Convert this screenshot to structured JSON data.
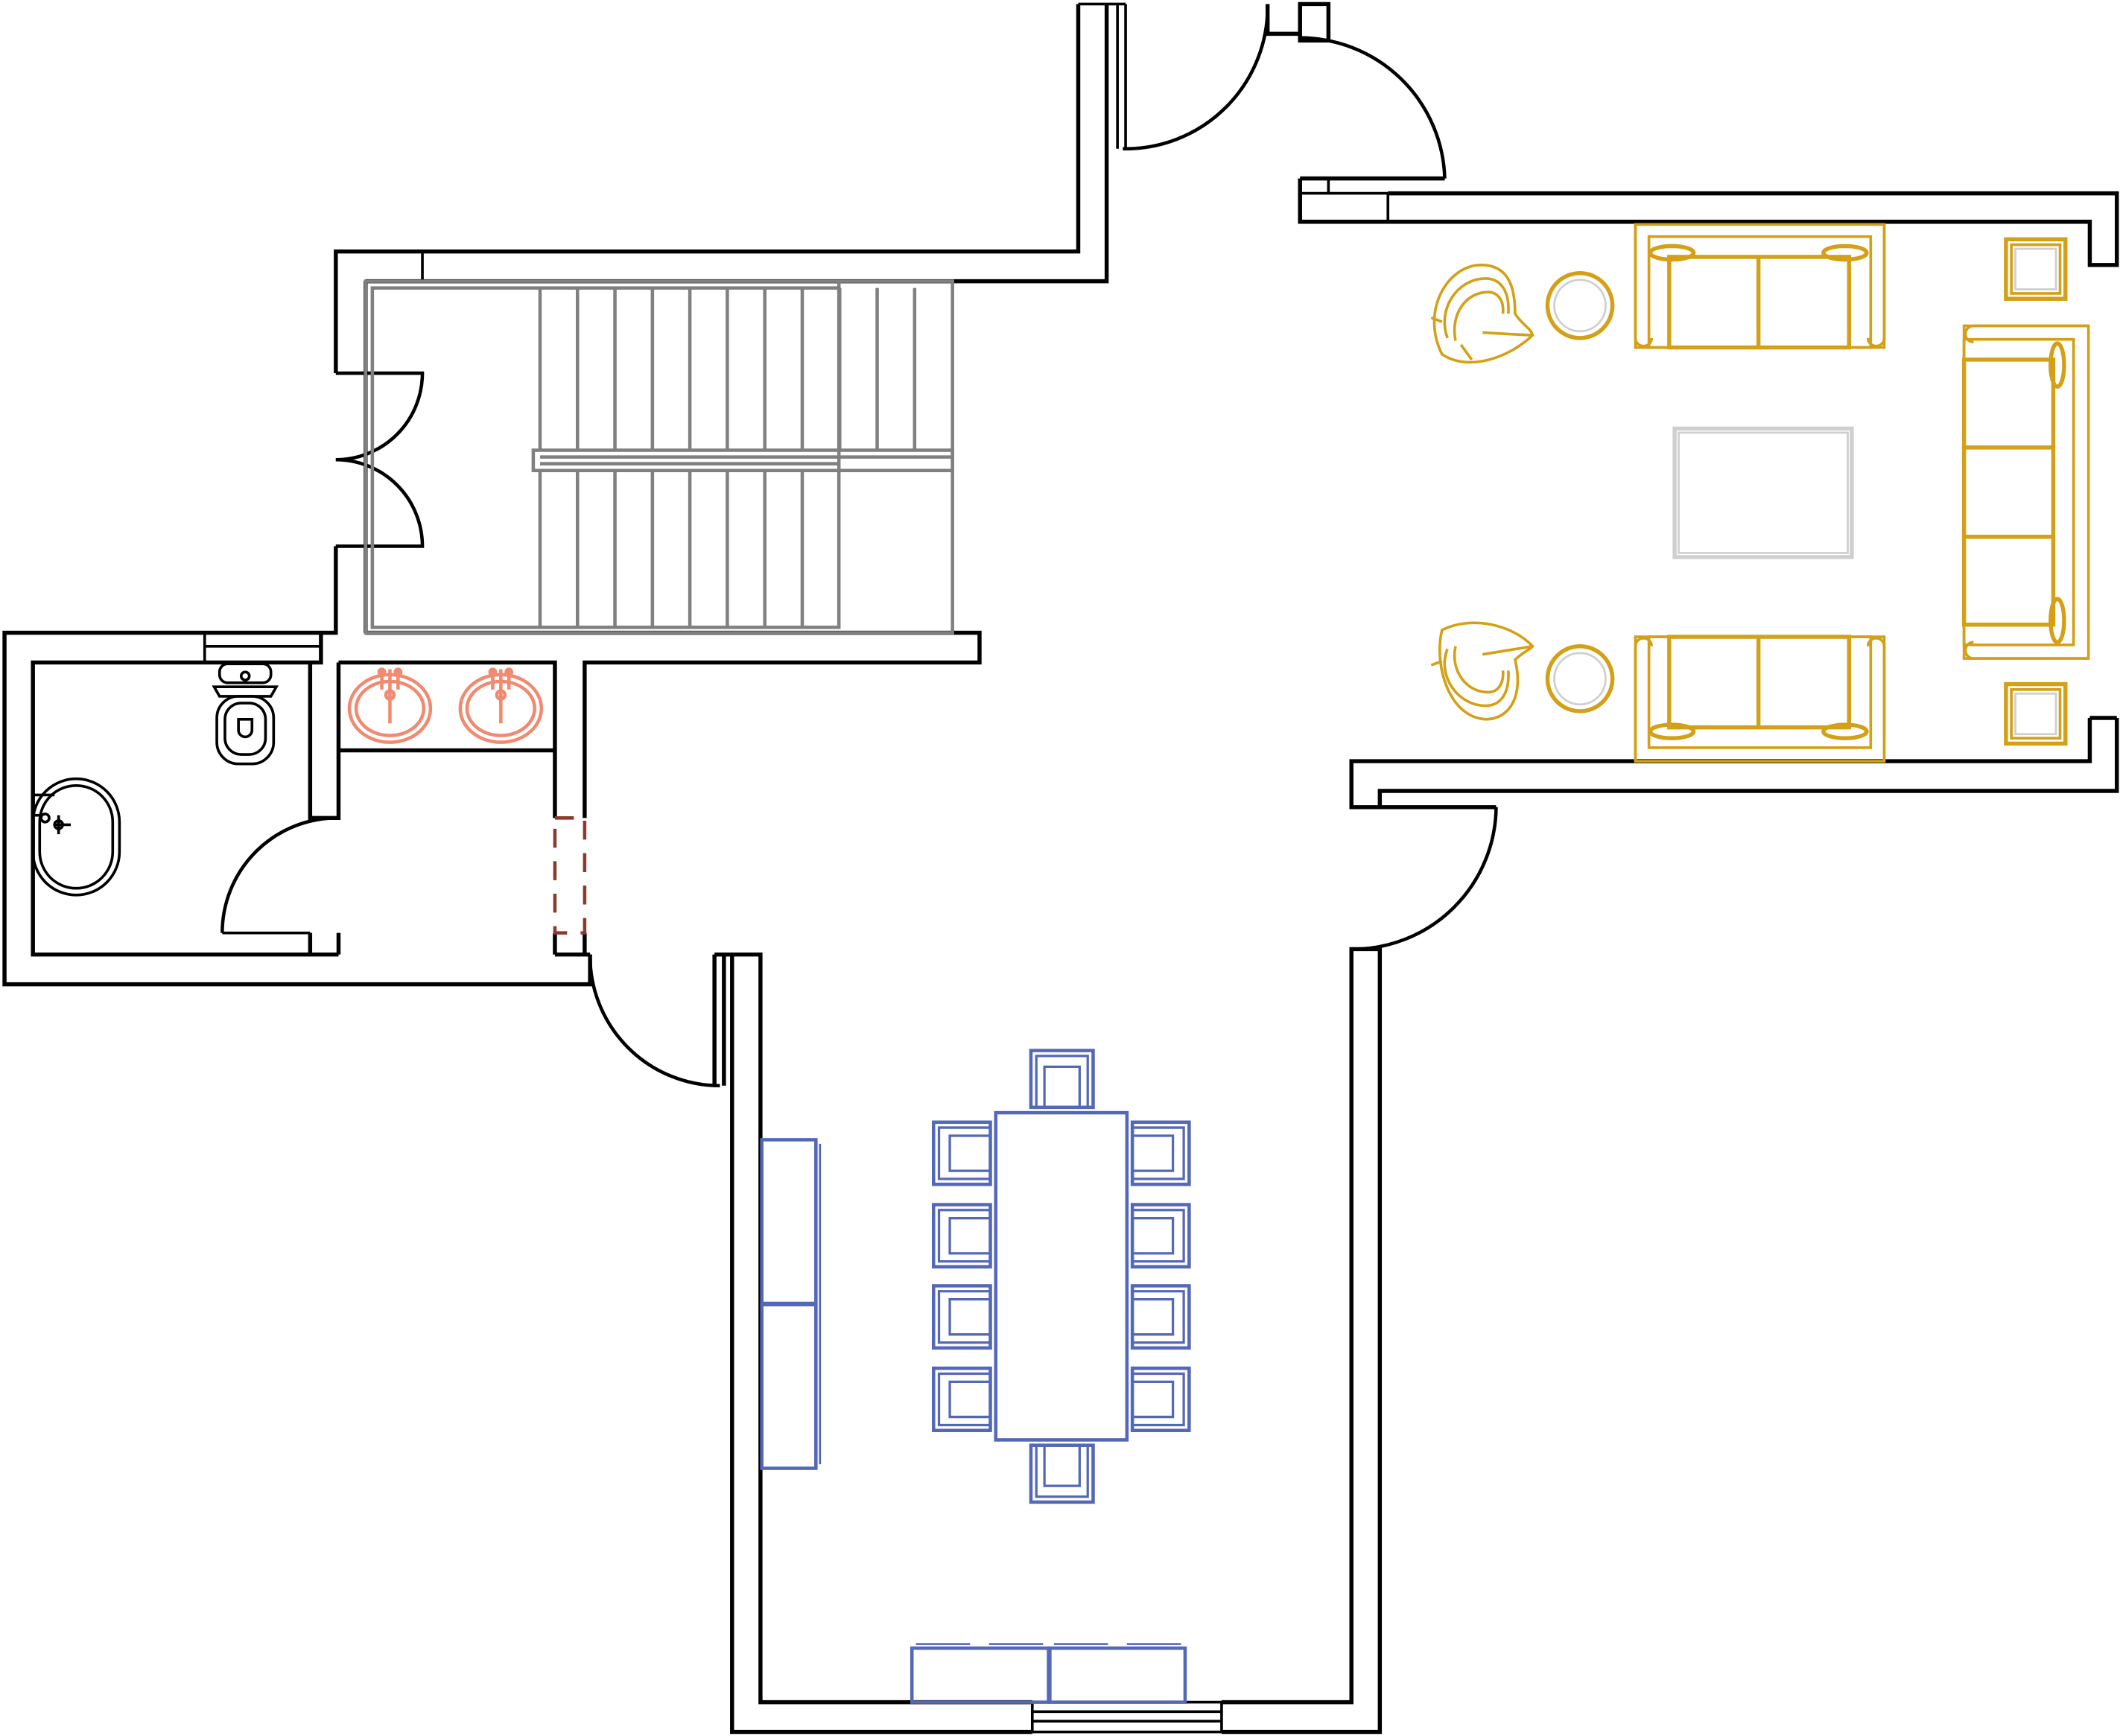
{
  "plan": {
    "colors": {
      "walls": "#000000",
      "stairs": "#808080",
      "living_furniture": "#d4a017",
      "living_rug_and_tables": "#cfcfcf",
      "dining_furniture": "#5468b8",
      "bathroom_sinks": "#f08a70",
      "opening_dashed": "#8b3a2f",
      "background": "#ffffff"
    },
    "rooms": [
      "stairwell",
      "bathroom",
      "vanity",
      "living-room",
      "dining-room",
      "entry-hall"
    ],
    "fixtures": {
      "stair_treads_upper_flight": 11,
      "stair_treads_lower_flight": 8,
      "dining_chairs": 10,
      "sinks": 2,
      "sofas": 3,
      "armchairs": 2
    }
  }
}
